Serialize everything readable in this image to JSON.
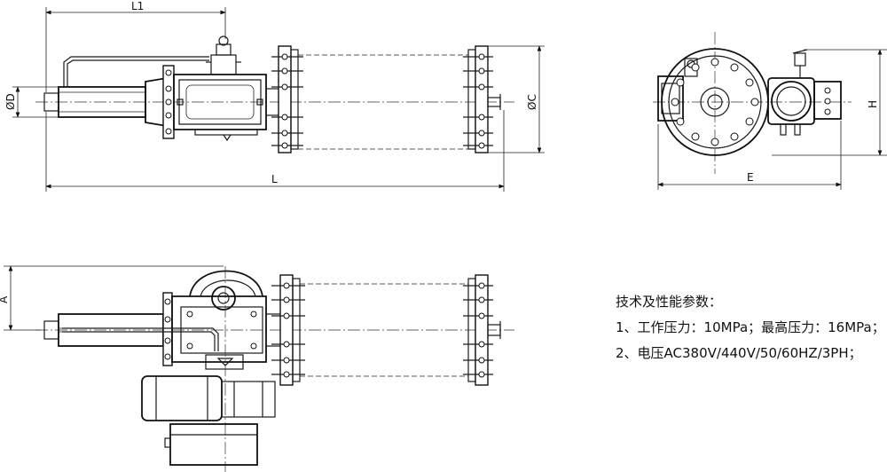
{
  "dimensions": {
    "l1": "L1",
    "l": "L",
    "diameter_d": "ØD",
    "diameter_c": "ØC",
    "e": "E",
    "h": "H",
    "a": "A"
  },
  "notes": {
    "heading": "技术及性能参数：",
    "line1": "1、工作压力：10MPa；最高压力：16MPa；",
    "line2": "2、电压AC380V/440V/50/60HZ/3PH；"
  }
}
